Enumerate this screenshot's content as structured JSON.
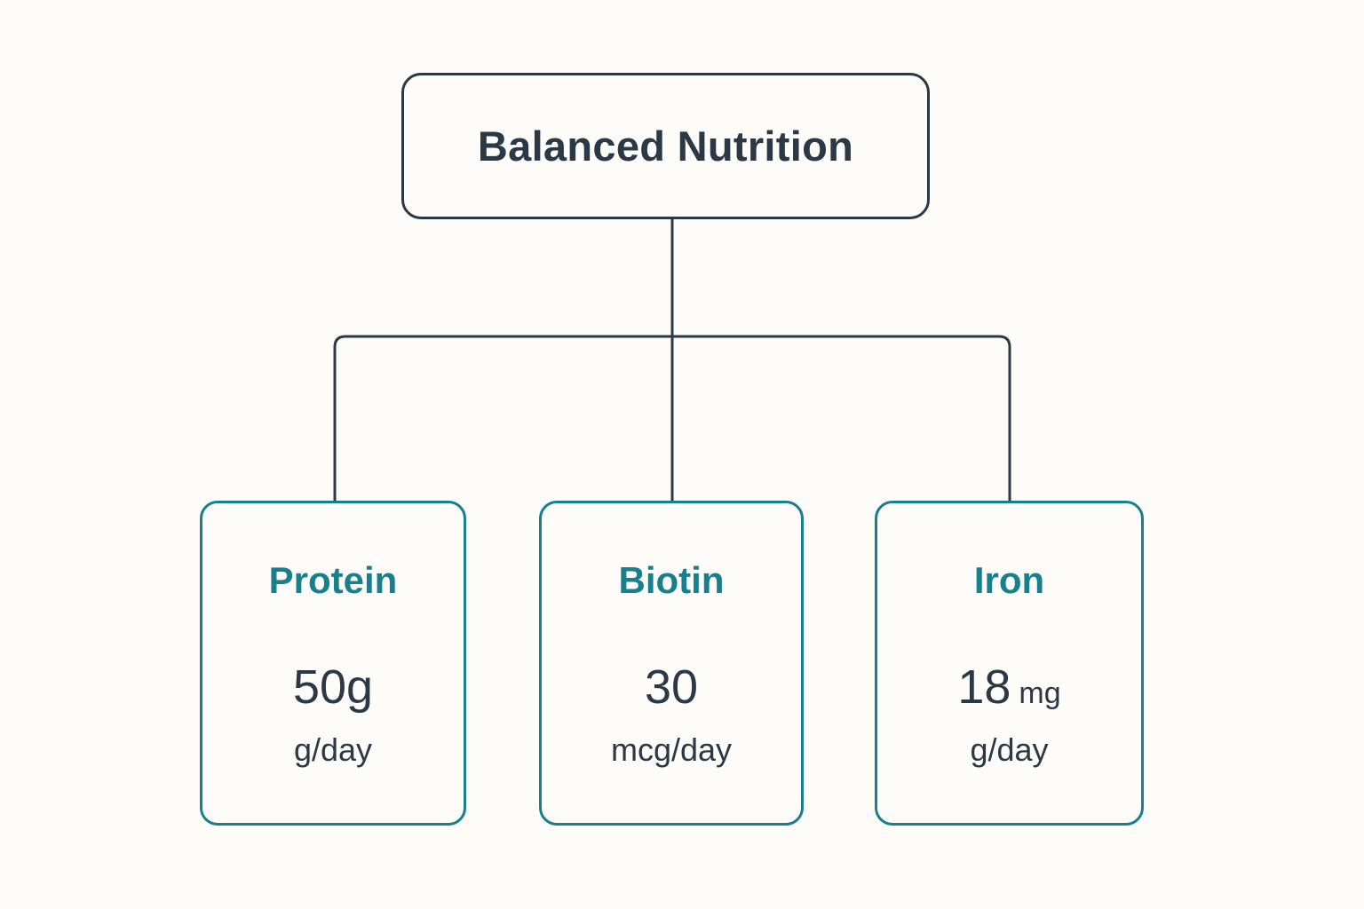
{
  "diagram": {
    "type": "hierarchy-tree",
    "background_color": "#fdfcf8",
    "root_color": "#2b3845",
    "accent_color": "#18808c",
    "root": {
      "label": "Balanced Nutrition"
    },
    "children": [
      {
        "label": "Protein",
        "value": "50g",
        "value_suffix": "",
        "unit": "g/day"
      },
      {
        "label": "Biotin",
        "value": "30",
        "value_suffix": "",
        "unit": "mcg/day"
      },
      {
        "label": "Iron",
        "value": "18",
        "value_suffix": "mg",
        "unit": "g/day"
      }
    ]
  }
}
